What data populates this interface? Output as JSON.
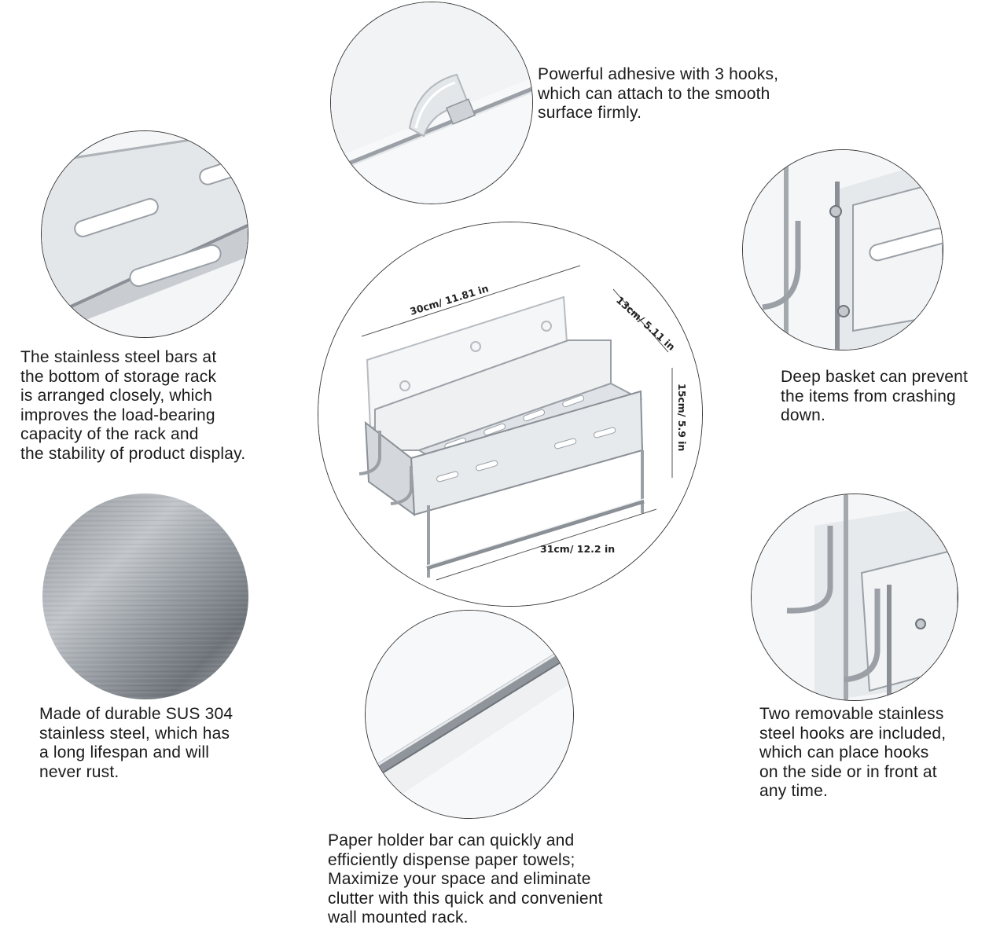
{
  "captions": {
    "adhesive": "Powerful adhesive with 3 hooks,\nwhich can attach to the smooth\nsurface firmly.",
    "bars": "The stainless steel bars at\nthe bottom of storage rack\nis arranged closely, which\nimproves the load-bearing\ncapacity of the rack and\nthe stability of product display.",
    "basket": "Deep basket can prevent\nthe items from crashing\ndown.",
    "steel": "Made of durable SUS 304\nstainless steel, which has\na long lifespan and will\nnever rust.",
    "hooks": "Two removable stainless\nsteel hooks are included,\nwhich can place hooks\non the side or in front at\nany time.",
    "paper_bar": "Paper holder bar can quickly and\nefficiently dispense paper towels;\nMaximize your space and eliminate\nclutter with this quick and convenient\nwall mounted rack."
  },
  "dimensions": {
    "top_width": "30cm/ 11.81 in",
    "depth": "13cm/ 5.11 in",
    "height": "15cm/ 5.9 in",
    "bottom_width": "31cm/ 12.2 in"
  },
  "colors": {
    "steel_light": "#e9ecef",
    "steel_mid": "#b9bec4",
    "steel_dark": "#6e747b",
    "outline": "#3a3a3a"
  }
}
